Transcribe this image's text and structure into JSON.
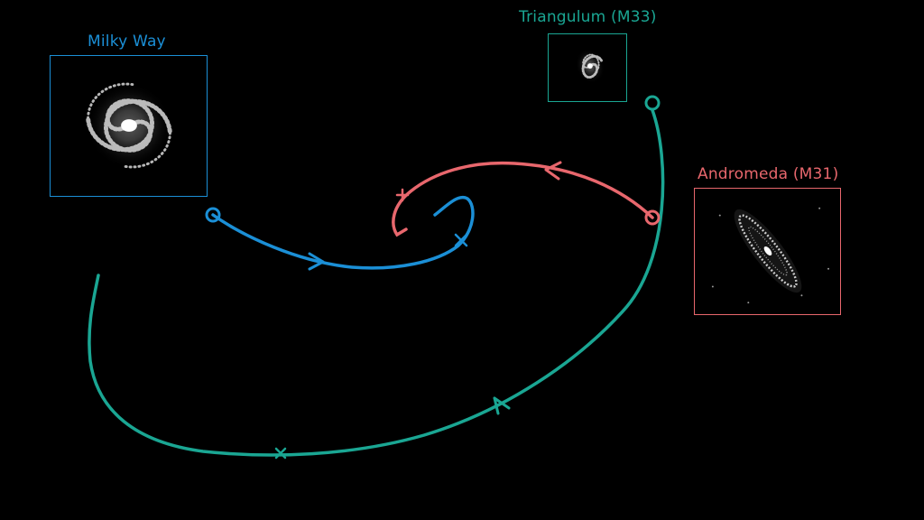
{
  "galaxies": {
    "milky_way": {
      "label": "Milky Way",
      "color": "#1b8fd6",
      "icon": "spiral-galaxy-image"
    },
    "triangulum": {
      "label": "Triangulum (M33)",
      "color": "#1aa693",
      "icon": "spiral-galaxy-image"
    },
    "andromeda": {
      "label": "Andromeda (M31)",
      "color": "#e8676d",
      "icon": "edge-on-galaxy-image"
    }
  },
  "markers": {
    "start": "circle",
    "end": "cross"
  }
}
